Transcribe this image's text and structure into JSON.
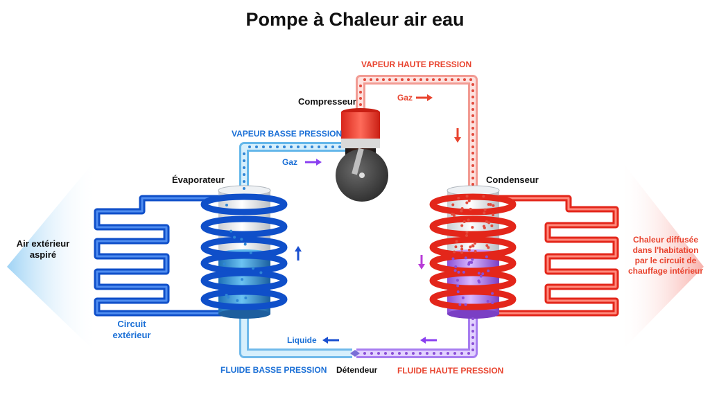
{
  "title": "Pompe à Chaleur air eau",
  "labels": {
    "vapeur_haute_pression": "VAPEUR HAUTE PRESSION",
    "vapeur_basse_pression": "VAPEUR BASSE PRESSION",
    "fluide_basse_pression": "FLUIDE BASSE PRESSION",
    "fluide_haute_pression": "FLUIDE HAUTE PRESSION",
    "compresseur": "Compresseur",
    "evaporateur": "Évaporateur",
    "condenseur": "Condenseur",
    "detendeur": "Détendeur",
    "gaz_top": "Gaz",
    "gaz_left": "Gaz",
    "liquide": "Liquide",
    "air_exterieur_line1": "Air extérieur",
    "air_exterieur_line2": "aspiré",
    "circuit_exterieur_line1": "Circuit",
    "circuit_exterieur_line2": "extérieur",
    "chaleur_line1": "Chaleur diffusée",
    "chaleur_line2": "dans l'habitation",
    "chaleur_line3": "par le circuit de",
    "chaleur_line4": "chauffage intérieur"
  },
  "colors": {
    "cold": "#1a6fd6",
    "hot": "#e8432e",
    "liquid_hot": "#9b5de5",
    "text": "#111111"
  },
  "icons": [
    "arrow-right-icon",
    "arrow-down-icon",
    "arrow-up-icon",
    "arrow-left-icon"
  ]
}
